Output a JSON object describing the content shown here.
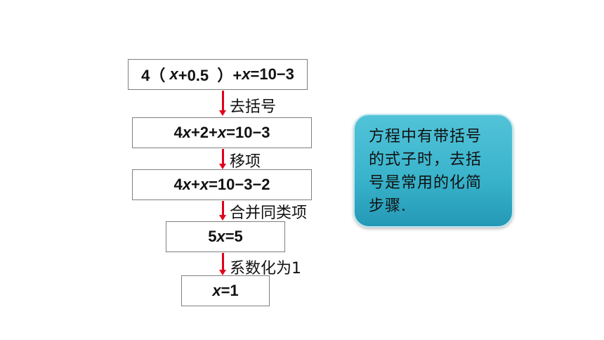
{
  "steps": [
    {
      "expr": [
        {
          "t": "4（ ",
          "v": false
        },
        {
          "t": "x",
          "v": true
        },
        {
          "t": "+0.5  ）+",
          "v": false
        },
        {
          "t": "x",
          "v": true
        },
        {
          "t": "=10−3",
          "v": false
        }
      ],
      "op": "去括号"
    },
    {
      "expr": [
        {
          "t": "4",
          "v": false
        },
        {
          "t": "x",
          "v": true
        },
        {
          "t": "+2+",
          "v": false
        },
        {
          "t": "x",
          "v": true
        },
        {
          "t": "=10−3",
          "v": false
        }
      ],
      "op": "移项"
    },
    {
      "expr": [
        {
          "t": "4",
          "v": false
        },
        {
          "t": "x",
          "v": true
        },
        {
          "t": "+",
          "v": false
        },
        {
          "t": "x",
          "v": true
        },
        {
          "t": "=10−3−2",
          "v": false
        }
      ],
      "op": "合并同类项"
    },
    {
      "expr": [
        {
          "t": "5",
          "v": false
        },
        {
          "t": "x",
          "v": true
        },
        {
          "t": "=5",
          "v": false
        }
      ],
      "op": "系数化为1"
    },
    {
      "expr": [
        {
          "t": "x",
          "v": true
        },
        {
          "t": "=1",
          "v": false
        }
      ],
      "op": ""
    }
  ],
  "note": {
    "lines": [
      "方程中有带括号",
      "的式子时，去括",
      "号是常用的化简",
      "步骤."
    ]
  },
  "colors": {
    "arrow": "#e3001b",
    "note_bg": "#3ab4cc",
    "box_border": "#7f7f7f"
  }
}
